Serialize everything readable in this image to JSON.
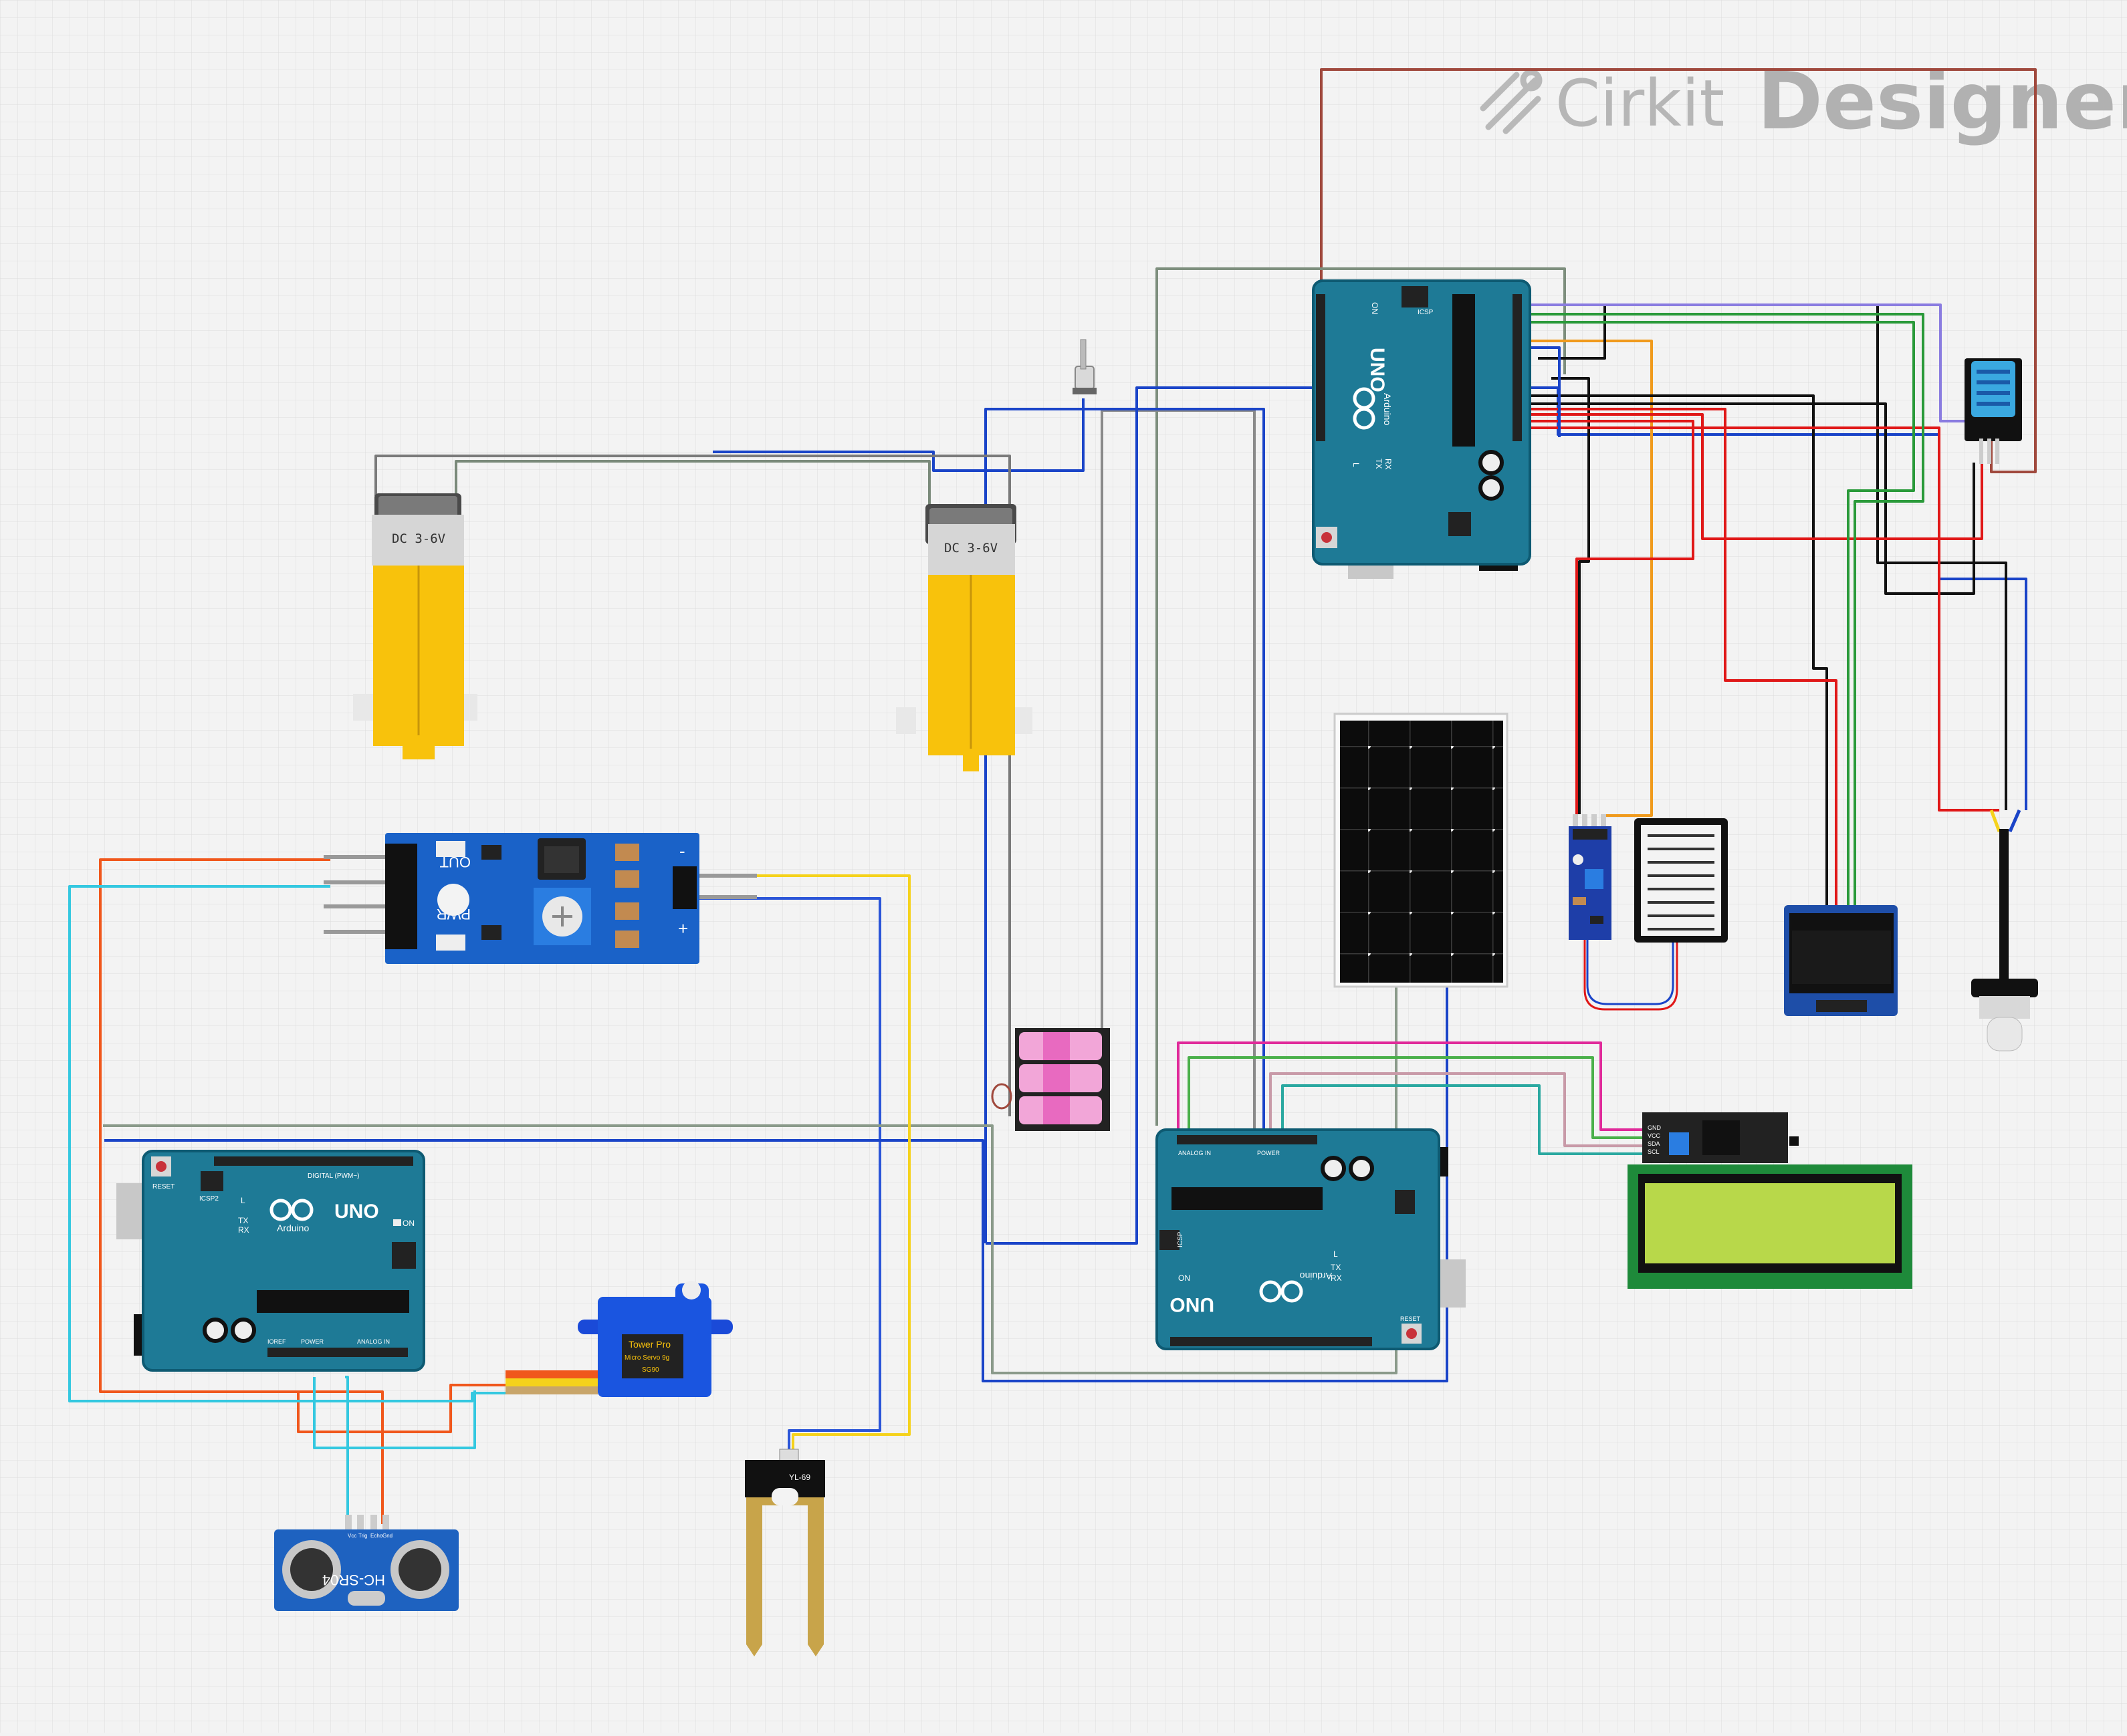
{
  "app": {
    "brand_name": "Cirkit",
    "brand_suffix": "Designer",
    "brand_icon": "cirkit-logo-icon"
  },
  "components": {
    "motor_left": {
      "label": "DC 3-6V"
    },
    "motor_right": {
      "label": "DC 3-6V"
    },
    "sound_sensor": {
      "pin_out": "OUT",
      "pin_pwr": "PWR",
      "plus": "+",
      "minus": "-"
    },
    "arduino_bottom_left": {
      "logo": "UNO",
      "brand": "Arduino",
      "reset": "RESET",
      "icsp": "ICSP2",
      "digital": "DIGITAL (PWM~)",
      "on": "ON",
      "l": "L",
      "tx": "TX",
      "rx": "RX",
      "power": "POWER",
      "analog": "ANALOG IN",
      "ioref": "IOREF"
    },
    "arduino_top": {
      "logo": "UNO",
      "brand": "Arduino",
      "on": "ON",
      "l": "L",
      "tx": "TX",
      "rx": "RX",
      "icsp": "ICSP"
    },
    "arduino_bottom_center": {
      "logo": "UNO",
      "brand": "Arduino",
      "on": "ON",
      "l": "L",
      "tx": "TX",
      "rx": "RX",
      "icsp": "ICSP",
      "power": "POWER",
      "analog": "ANALOG IN",
      "reset": "RESET"
    },
    "servo": {
      "brand": "Tower Pro",
      "model": "Micro Servo 9g",
      "code": "SG90"
    },
    "ultrasonic": {
      "label": "HC-SR04",
      "pin1": "Vcc",
      "pin2": "Trig",
      "pin3": "Echo",
      "pin4": "Gnd"
    },
    "soil_sensor": {
      "label": "YL-69"
    },
    "i2c_lcd": {
      "pins": [
        "GND",
        "VCC",
        "SDA",
        "SCL"
      ]
    }
  }
}
